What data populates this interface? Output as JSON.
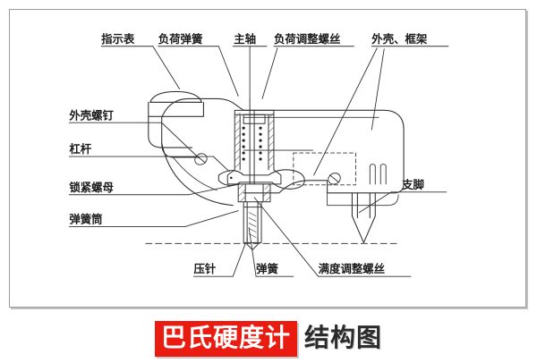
{
  "figure": {
    "title_red": "巴氏硬度计",
    "title_black": "结构图",
    "accent_color": "#ea1b10",
    "line_color": "#333333",
    "frame_color": "#9a9a9a",
    "background": "#ffffff"
  },
  "labels": {
    "indicator": "指示表",
    "load_spring": "负荷弹簧",
    "main_shaft": "主轴",
    "load_adjust_screw": "负荷调整螺丝",
    "housing_frame": "外壳、框架",
    "housing_screw": "外壳螺钉",
    "lever": "杠杆",
    "lock_nut": "锁紧螺母",
    "spring_barrel": "弹簧筒",
    "support_leg": "支脚",
    "indenter": "压针",
    "spring": "弹簧",
    "full_scale_adjust_screw": "满度调整螺丝"
  }
}
